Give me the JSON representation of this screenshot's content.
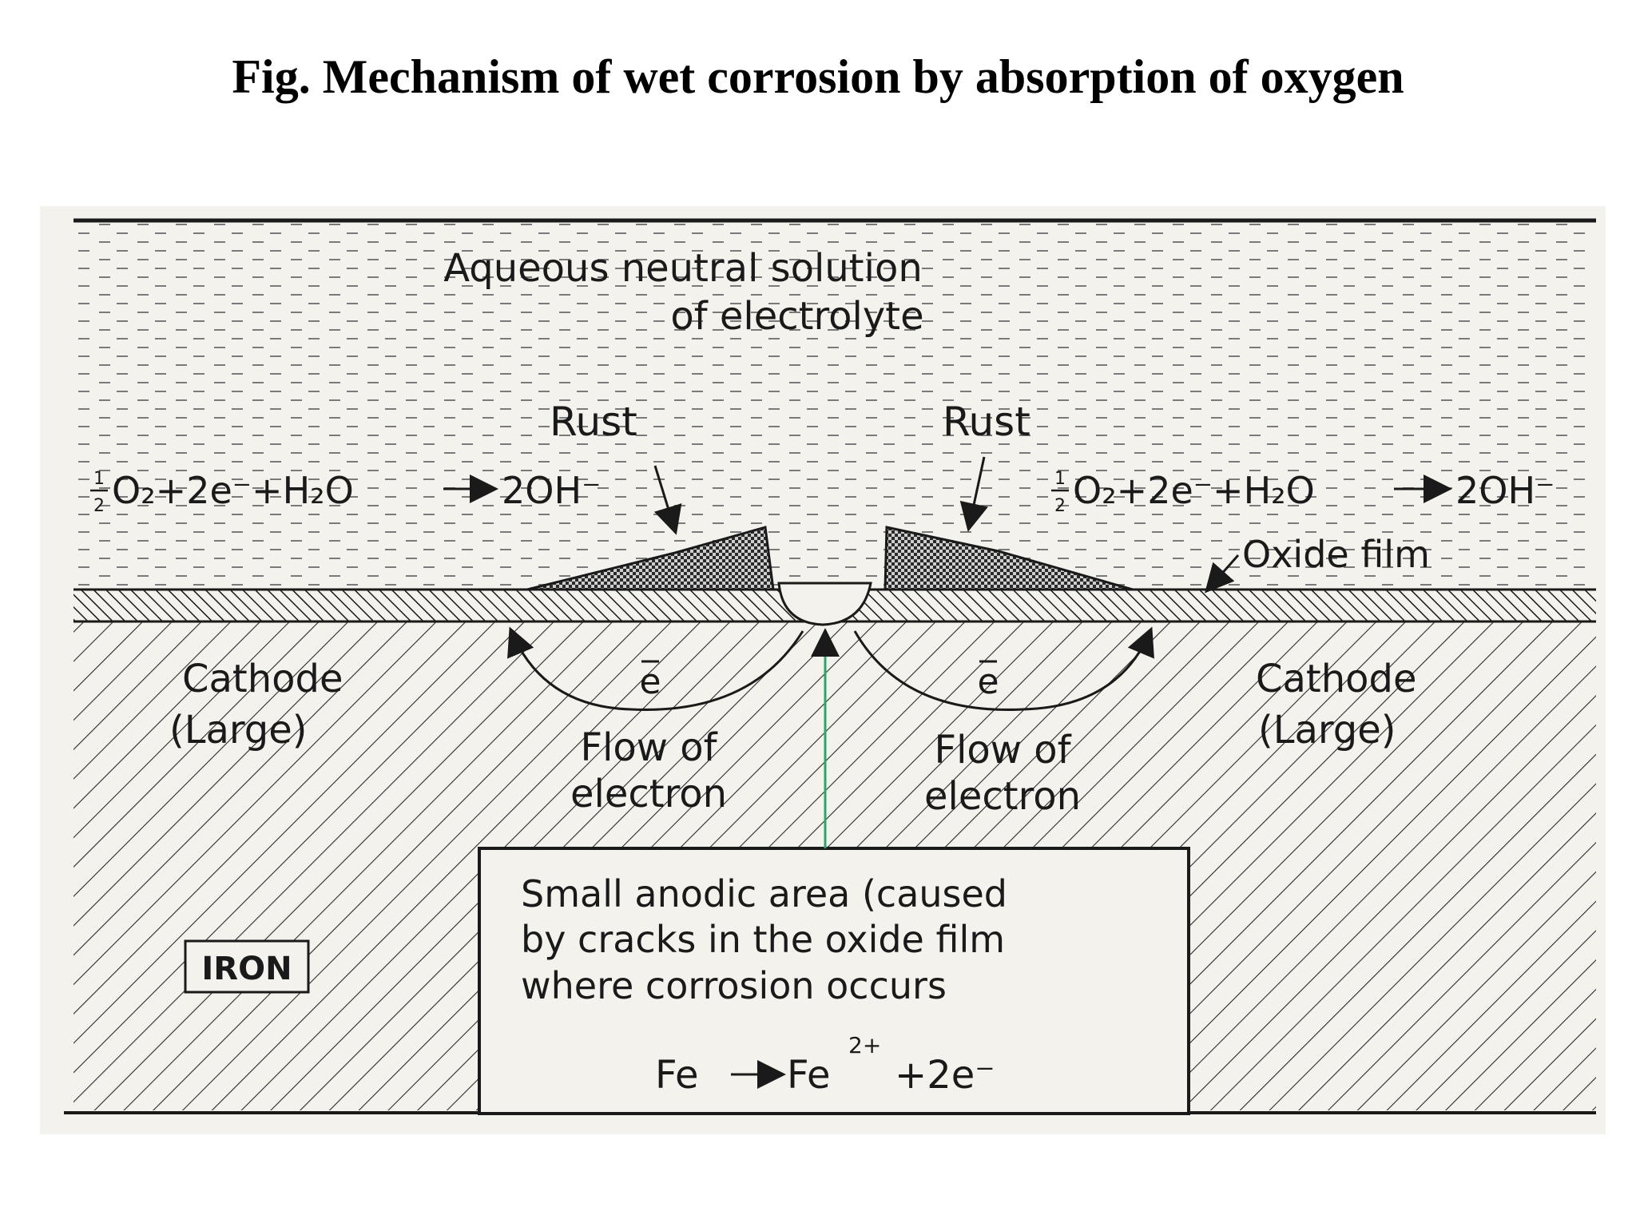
{
  "title": "Fig. Mechanism of wet corrosion by absorption of oxygen",
  "labels": {
    "solution_line1": "Aqueous neutral solution",
    "solution_line2": "of electrolyte",
    "rust_left": "Rust",
    "rust_right": "Rust",
    "eq_left_main": "O₂+2e⁻+H₂O",
    "eq_left_product": "2OH⁻",
    "eq_right_main": "O₂+2e⁻+H₂O",
    "eq_right_product": "2OH⁻",
    "oxide_film": "Oxide film",
    "cathode_left_line1": "Cathode",
    "cathode_left_line2": "(Large)",
    "cathode_right_line1": "Cathode",
    "cathode_right_line2": "(Large)",
    "electron_left": "e",
    "electron_right": "e",
    "flow_left_line1": "Flow of",
    "flow_left_line2": "electron",
    "flow_right_line1": "Flow of",
    "flow_right_line2": "electron",
    "iron": "IRON",
    "anode_line1": "Small anodic area (caused",
    "anode_line2": "by cracks in the oxide film",
    "anode_line3": "where corrosion occurs",
    "anode_eq_left": "Fe",
    "anode_eq_right": "Fe",
    "anode_eq_charge": "2+",
    "anode_eq_end": "+2e⁻"
  },
  "colors": {
    "ink": "#1a1a1a",
    "paper": "#f4f2ec",
    "anode_arrow": "#2aa86a"
  }
}
